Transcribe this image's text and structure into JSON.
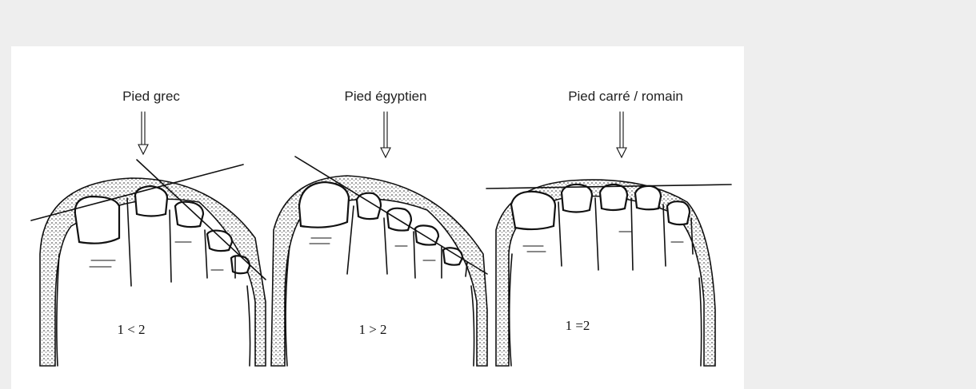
{
  "feet": [
    {
      "name": "Pied grec",
      "ratio": "1 < 2"
    },
    {
      "name": "Pied égyptien",
      "ratio": "1 > 2"
    },
    {
      "name": "Pied carré / romain",
      "ratio": "1 =2"
    }
  ]
}
